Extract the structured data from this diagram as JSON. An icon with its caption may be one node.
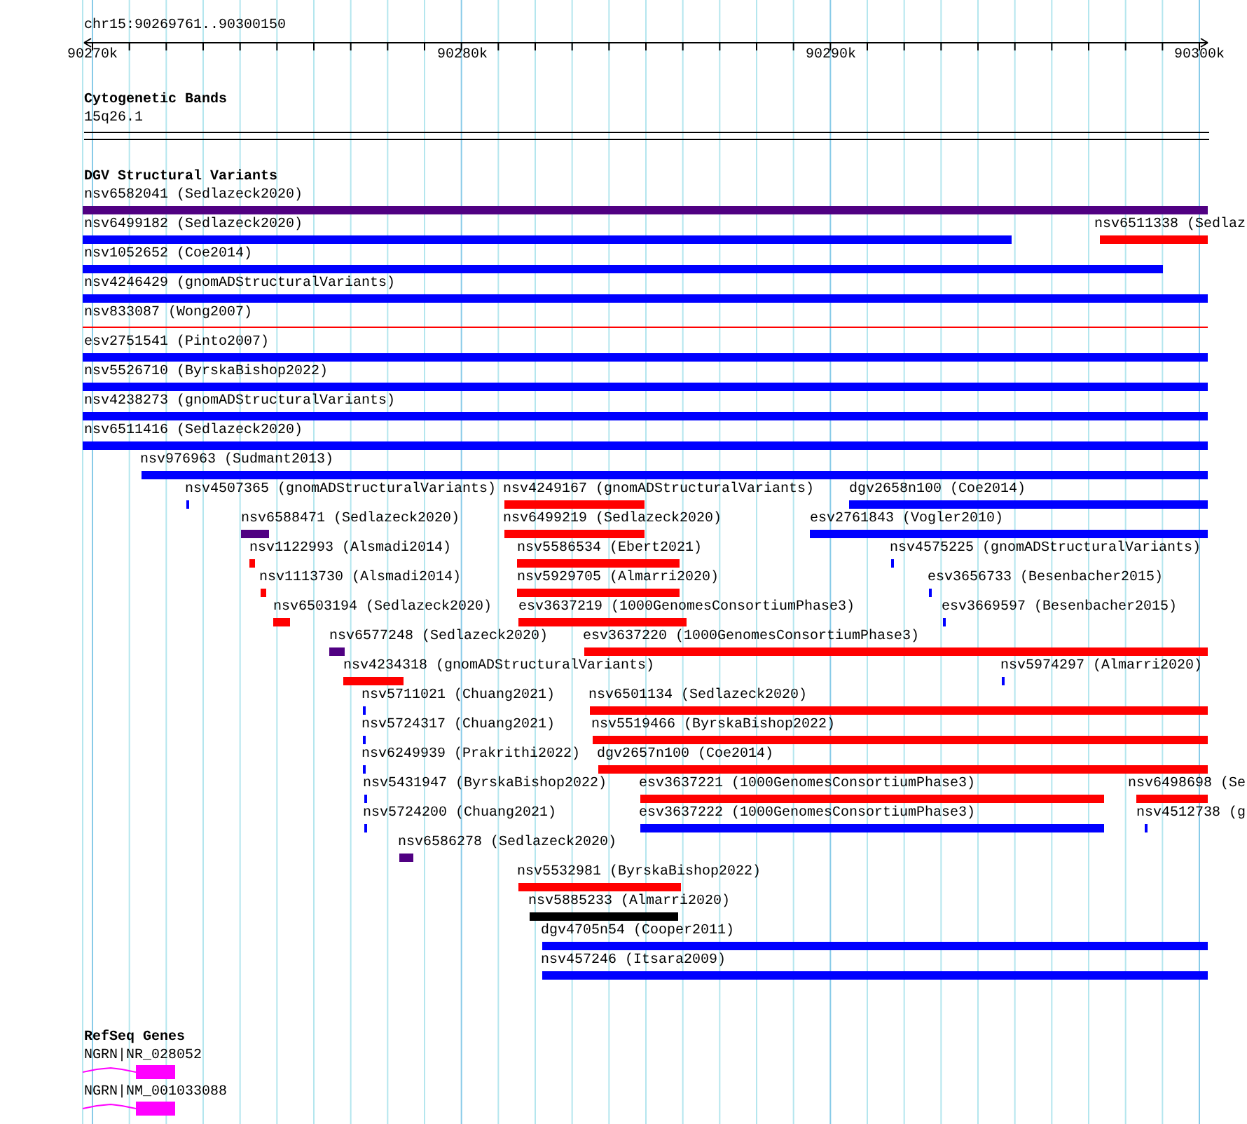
{
  "diagram": {
    "nodes": [
      {
        "text": [
          "Cytogenetic Bands"
        ]
      },
      {
        "text": [
          "15q26.1"
        ],
        "in": 0
      },
      {
        "text": [
          "DGV Structural Variants"
        ]
      },
      {
        "text": [
          "nsv6582041 (Sedlazeck2020)"
        ],
        "in": 2
      },
      {
        "text": [
          "nsv6499182 (Sedlazeck2020)"
        ],
        "in": 2
      },
      {
        "text": [
          "nsv6511338 (Sedlaz"
        ],
        "in": 2
      },
      {
        "text": [
          "nsv1052652 (Coe2014)"
        ],
        "in": 2
      },
      {
        "text": [
          "nsv4246429 (gnomADStructuralVariants)"
        ],
        "in": 2
      },
      {
        "text": [
          "nsv833087 (Wong2007)"
        ],
        "in": 2
      },
      {
        "text": [
          "esv2751541 (Pinto2007)"
        ],
        "in": 2
      },
      {
        "text": [
          "nsv5526710 (ByrskaBishop2022)"
        ],
        "in": 2
      },
      {
        "text": [
          "nsv4238273 (gnomADStructuralVariants)"
        ],
        "in": 2
      },
      {
        "text": [
          "nsv6511416 (Sedlazeck2020)"
        ],
        "in": 2
      },
      {
        "text": [
          "nsv976963 (Sudmant2013)"
        ],
        "in": 2
      },
      {
        "text": [
          "nsv4507365 (gnomADStructuralVariants)"
        ],
        "in": 2
      },
      {
        "text": [
          "nsv4249167 (gnomADStructuralVariants)"
        ],
        "in": 2
      },
      {
        "text": [
          "dgv2658n100 (Coe2014)"
        ],
        "in": 2
      },
      {
        "text": [
          "nsv6588471 (Sedlazeck2020)"
        ],
        "in": 2
      },
      {
        "text": [
          "nsv6499219 (Sedlazeck2020)"
        ],
        "in": 2
      },
      {
        "text": [
          "esv2761843 (Vogler2010)"
        ],
        "in": 2
      },
      {
        "text": [
          "nsv1122993 (Alsmadi2014)"
        ],
        "in": 2
      },
      {
        "text": [
          "nsv5586534 (Ebert2021)"
        ],
        "in": 2
      },
      {
        "text": [
          "nsv4575225 (gnomADStructuralVariants)"
        ],
        "in": 2
      },
      {
        "text": [
          "nsv1113730 (Alsmadi2014)"
        ],
        "in": 2
      },
      {
        "text": [
          "nsv5929705 (Almarri2020)"
        ],
        "in": 2
      },
      {
        "text": [
          "esv3656733 (Besenbacher2015)"
        ],
        "in": 2
      },
      {
        "text": [
          "nsv6503194 (Sedlazeck2020)"
        ],
        "in": 2
      },
      {
        "text": [
          "esv3637219 (1000GenomesConsortiumPhase3)"
        ],
        "in": 2
      },
      {
        "text": [
          "esv3669597 (Besenbacher2015)"
        ],
        "in": 2
      },
      {
        "text": [
          "nsv6577248 (Sedlazeck2020)"
        ],
        "in": 2
      },
      {
        "text": [
          "esv3637220 (1000GenomesConsortiumPhase3)"
        ],
        "in": 2
      },
      {
        "text": [
          "nsv4234318 (gnomADStructuralVariants)"
        ],
        "in": 2
      },
      {
        "text": [
          "nsv5974297 (Almarri2020)"
        ],
        "in": 2
      },
      {
        "text": [
          "nsv5711021 (Chuang2021)"
        ],
        "in": 2
      },
      {
        "text": [
          "nsv6501134 (Sedlazeck2020)"
        ],
        "in": 2
      },
      {
        "text": [
          "nsv5724317 (Chuang2021)"
        ],
        "in": 2
      },
      {
        "text": [
          "nsv5519466 (ByrskaBishop2022)"
        ],
        "in": 2
      },
      {
        "text": [
          "nsv6249939 (Prakrithi2022)"
        ],
        "in": 2
      },
      {
        "text": [
          "dgv2657n100 (Coe2014)"
        ],
        "in": 2
      },
      {
        "text": [
          "nsv5431947 (ByrskaBishop2022)"
        ],
        "in": 2
      },
      {
        "text": [
          "esv3637221 (1000GenomesConsortiumPhase3)"
        ],
        "in": 2
      },
      {
        "text": [
          "nsv6498698 (Se"
        ],
        "in": 2
      },
      {
        "text": [
          "nsv5724200 (Chuang2021)"
        ],
        "in": 2
      },
      {
        "text": [
          "esv3637222 (1000GenomesConsortiumPhase3)"
        ],
        "in": 2
      },
      {
        "text": [
          "nsv4512738 (g"
        ],
        "in": 2
      },
      {
        "text": [
          "nsv6586278 (Sedlazeck2020)"
        ],
        "in": 2
      },
      {
        "text": [
          "nsv5532981 (ByrskaBishop2022)"
        ],
        "in": 2
      },
      {
        "text": [
          "nsv5885233 (Almarri2020)"
        ],
        "in": 2
      },
      {
        "text": [
          "dgv4705n54 (Cooper2011)"
        ],
        "in": 2
      },
      {
        "text": [
          "nsv457246 (Itsara2009)"
        ],
        "in": 2
      },
      {
        "text": [
          "RefSeq Genes"
        ]
      },
      {
        "text": [
          "NGRN|NR_028052"
        ],
        "in": 50
      },
      {
        "text": [
          "NGRN|NM_001033088"
        ],
        "in": 50
      }
    ],
    "labels": [
      "chr15:90269761..90300150",
      "90270k",
      "90280k",
      "90290k",
      "90300k"
    ]
  }
}
